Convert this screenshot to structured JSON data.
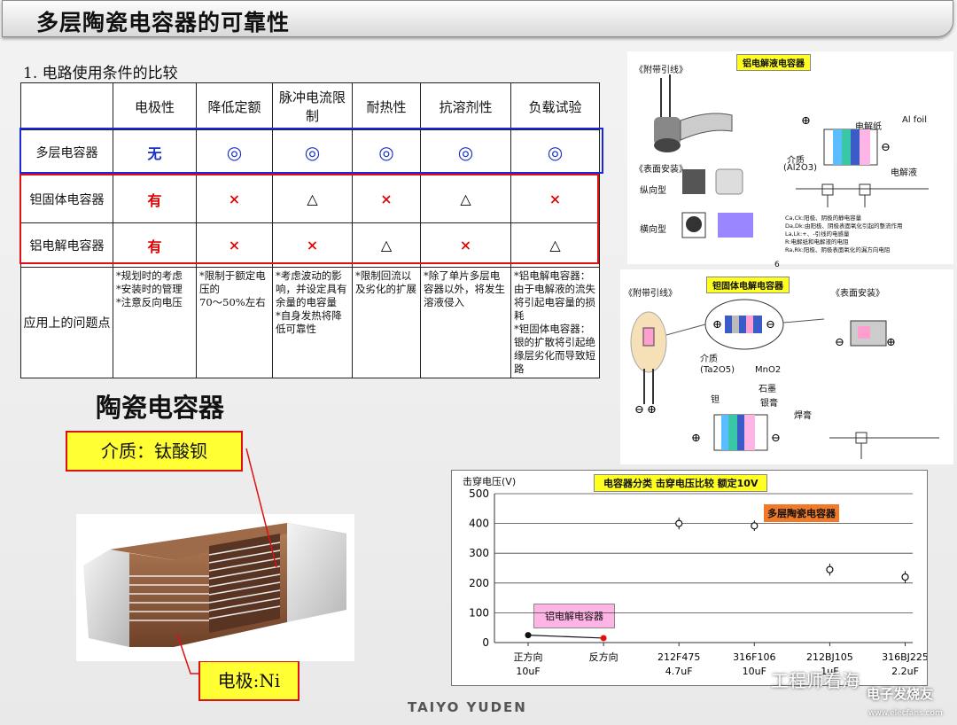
{
  "title": "多层陶瓷电容器的可靠性",
  "section_heading": "1. 电路使用条件的比较",
  "table": {
    "headers": [
      "",
      "电极性",
      "降低定额",
      "脉冲电流限制",
      "耐热性",
      "抗溶剂性",
      "负载试验"
    ],
    "rows": [
      {
        "name": "多层电容器",
        "cells": [
          "无",
          "◎",
          "◎",
          "◎",
          "◎",
          "◎"
        ]
      },
      {
        "name": "钽固体电容器",
        "cells": [
          "有",
          "×",
          "△",
          "×",
          "△",
          "×"
        ]
      },
      {
        "name": "铝电解电容器",
        "cells": [
          "有",
          "×",
          "×",
          "△",
          "×",
          "△"
        ]
      }
    ],
    "notes_row": {
      "name": "应用上的问题点",
      "cells": [
        "*规划时的考虑\n*安装时的管理\n*注意反向电压",
        "*限制于额定电压的\n70～50%左右",
        "*考虑波动的影响，并设定具有余量的电容量\n*自身发热将降低可靠性",
        "*限制回流以及劣化的扩展",
        "*除了单片多层电容器以外，将发生溶液侵入",
        "*铝电解电容器：由于电解液的流失将引起电容量的损耗\n*钽固体电容器：银的扩散将引起绝缘层劣化而导致短路"
      ]
    }
  },
  "ceramic": {
    "title": "陶瓷电容器",
    "dielectric_label": "介质：钛酸钡",
    "electrode_label": "电极:Ni"
  },
  "al_diagram": {
    "title": "铝电解液电容器",
    "lead_label": "《附带引线》",
    "surface_label": "《表面安装》",
    "al_foil": "Al foil",
    "electrolyte_paper": "电解纸",
    "electrolyte": "电解液",
    "dielectric": "介质",
    "al2o3": "(Al2O3)",
    "vertical": "纵向型",
    "horizontal": "横向型",
    "page_num": "6",
    "legend": [
      "Ca,Ck:阳极、阴极的静电容量",
      "Da,Dk:由阳极、阴极表面氧化引起的整流作用",
      "La,Lk:+、-引线的电感量",
      "R:电解纸和电解液的电阻",
      "Ra,Rk:阳极、阴极表面氧化的漏方向电阻"
    ]
  },
  "ta_diagram": {
    "title": "钽固体电解电容器",
    "lead_label": "《附带引线》",
    "surface_label": "《表面安装》",
    "dielectric": "介质",
    "ta2o5": "(Ta2O5)",
    "mno2": "MnO2",
    "ta": "钽",
    "graphite": "石墨",
    "silver": "银膏",
    "solder": "焊膏"
  },
  "chart_data": {
    "type": "scatter",
    "title": "电容器分类  击穿电压比较    额定10V",
    "ylabel": "击穿电压(V)",
    "ylim": [
      0,
      500
    ],
    "yticks": [
      0,
      100,
      200,
      300,
      400,
      500
    ],
    "categories": [
      {
        "line1": "正方向",
        "line2": "10uF"
      },
      {
        "line1": "反方向",
        "line2": ""
      },
      {
        "line1": "212F475",
        "line2": "4.7uF"
      },
      {
        "line1": "316F106",
        "line2": "10uF"
      },
      {
        "line1": "212BJ105",
        "line2": "1uF"
      },
      {
        "line1": "316BJ225",
        "line2": "2.2uF"
      }
    ],
    "al_points": [
      {
        "cat": 0,
        "value": 25
      },
      {
        "cat": 1,
        "value": 15
      }
    ],
    "mlcc_points": [
      {
        "cat": 2,
        "value": 400,
        "min": 380,
        "max": 420
      },
      {
        "cat": 3,
        "value": 392,
        "min": 375,
        "max": 410
      },
      {
        "cat": 4,
        "value": 245,
        "min": 225,
        "max": 265
      },
      {
        "cat": 5,
        "value": 220,
        "min": 200,
        "max": 240
      }
    ],
    "label_mlcc": "多层陶瓷电容器",
    "label_al": "铝电解电容器",
    "grid": true
  },
  "footer": "TAIYO YUDEN",
  "watermark": {
    "wechat": "工程师看海",
    "logo": "电子发烧友",
    "url": "www.elecfans.com"
  },
  "colors": {
    "blue_box": "#1a28e0",
    "red_box": "#e01010",
    "label_yellow": "#ffff33",
    "mlcc_label": "#f07a28",
    "al_label": "#ffb4e6"
  }
}
